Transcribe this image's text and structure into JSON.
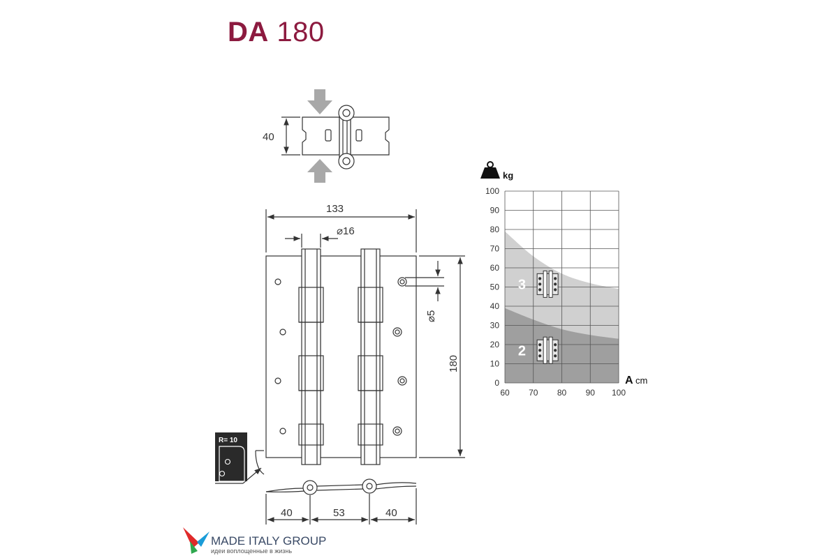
{
  "title": {
    "model": "DA",
    "number": "180"
  },
  "dimensions": {
    "top_height": "40",
    "width": "133",
    "pin_diameter": "⌀16",
    "hole_diameter": "⌀5",
    "height": "180",
    "radius_label": "R= 10",
    "bottom_left": "40",
    "bottom_center": "53",
    "bottom_right": "40"
  },
  "chart_data": {
    "type": "area",
    "xlabel_letter": "A",
    "xlabel_unit": "cm",
    "ylabel": "kg",
    "x_ticks": [
      60,
      70,
      80,
      90,
      100
    ],
    "y_ticks": [
      0,
      10,
      20,
      30,
      40,
      50,
      60,
      70,
      80,
      90,
      100
    ],
    "xlim": [
      60,
      100
    ],
    "ylim": [
      0,
      100
    ],
    "grid": true,
    "series": [
      {
        "name": "3",
        "x": [
          60,
          70,
          80,
          90,
          100
        ],
        "y": [
          79,
          66,
          57,
          52,
          49
        ],
        "color": "#d0d0d0",
        "icon": "double-hinge-icon"
      },
      {
        "name": "2",
        "x": [
          60,
          70,
          80,
          90,
          100
        ],
        "y": [
          39,
          33,
          28,
          25,
          23
        ],
        "color": "#9f9f9f",
        "icon": "double-hinge-icon"
      }
    ],
    "y_icon": "weight-icon"
  },
  "logo": {
    "name": "MADE ITALY GROUP",
    "tagline": "идеи воплощенные в жизнь",
    "colors": [
      "#e02a2a",
      "#1a9cd8",
      "#2fa84f"
    ]
  },
  "colors": {
    "title": "#8c1a3f",
    "arrow": "#a8a8a8",
    "line": "#333333"
  }
}
